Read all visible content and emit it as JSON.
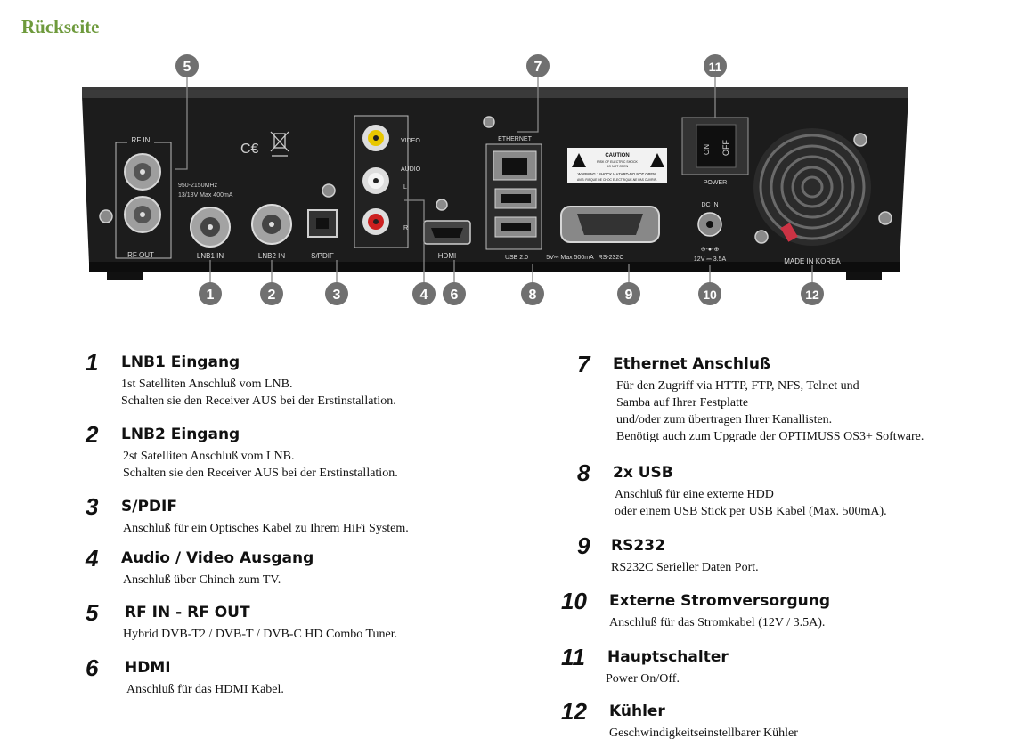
{
  "heading": "Rückseite",
  "device": {
    "labels": {
      "rf_in": "RF IN",
      "rf_out": "RF OUT",
      "freq": "950-2150MHz",
      "power_spec": "13/18V Max 400mA",
      "lnb1": "LNB1 IN",
      "lnb2": "LNB2 IN",
      "spdif": "S/PDIF",
      "video": "VIDEO",
      "audio": "AUDIO",
      "l": "L",
      "r": "R",
      "hdmi": "HDMI",
      "ethernet": "ETHERNET",
      "usb": "USB 2.0",
      "usb_spec": "5V⎓ Max 500mA",
      "rs232": "RS-232C",
      "caution": "CAUTION",
      "caution_sub1": "RISK OF ELECTRIC SHOCK",
      "caution_sub2": "DO NOT OPEN",
      "warning": "WARNING : SHOCK HAZARD-DO NOT OPEN.",
      "avis": "AVIS: RISQUE DE CHOC ELECTRIQUE-NE PAS OUVRIR.",
      "dcin": "DC IN",
      "dc_spec": "12V ⎓ 3.5A",
      "power": "POWER",
      "on": "ON",
      "off": "OFF",
      "made_in": "MADE IN KOREA"
    },
    "callouts": [
      "1",
      "2",
      "3",
      "4",
      "5",
      "6",
      "7",
      "8",
      "9",
      "10",
      "11",
      "12"
    ]
  },
  "items": [
    {
      "num": "1",
      "title": "LNB1 Eingang",
      "lines": [
        "1st Satelliten Anschluß vom LNB.",
        "Schalten sie den Receiver AUS bei der Erstinstallation."
      ]
    },
    {
      "num": "2",
      "title": "LNB2 Eingang",
      "lines": [
        "2st Satelliten Anschluß vom LNB.",
        "Schalten sie den Receiver AUS bei der Erstinstallation."
      ]
    },
    {
      "num": "3",
      "title": "S/PDIF",
      "lines": [
        "Anschluß für ein Optisches Kabel zu Ihrem HiFi System."
      ]
    },
    {
      "num": "4",
      "title": "Audio / Video Ausgang",
      "lines": [
        "Anschluß über Chinch zum TV."
      ]
    },
    {
      "num": "5",
      "title": "RF IN - RF OUT",
      "lines": [
        "Hybrid DVB-T2 / DVB-T / DVB-C HD Combo Tuner."
      ]
    },
    {
      "num": "6",
      "title": "HDMI",
      "lines": [
        "Anschluß für das HDMI Kabel."
      ]
    },
    {
      "num": "7",
      "title": "Ethernet Anschluß",
      "lines": [
        "Für den Zugriff via HTTP, FTP, NFS, Telnet und",
        "Samba auf Ihrer Festplatte",
        "und/oder zum übertragen Ihrer Kanallisten.",
        "Benötigt auch zum Upgrade der OPTIMUSS OS3+ Software."
      ]
    },
    {
      "num": "8",
      "title": "2x USB",
      "lines": [
        "Anschluß für eine externe HDD",
        "oder einem USB Stick per USB Kabel (Max. 500mA)."
      ]
    },
    {
      "num": "9",
      "title": "RS232",
      "lines": [
        "RS232C Serieller Daten Port."
      ]
    },
    {
      "num": "10",
      "title": "Externe Stromversorgung",
      "lines": [
        "Anschluß für das Stromkabel (12V / 3.5A)."
      ]
    },
    {
      "num": "11",
      "title": "Hauptschalter",
      "lines": [
        "Power On/Off."
      ]
    },
    {
      "num": "12",
      "title": "Kühler",
      "lines": [
        "Geschwindigkeitseinstellbarer Kühler"
      ]
    }
  ]
}
